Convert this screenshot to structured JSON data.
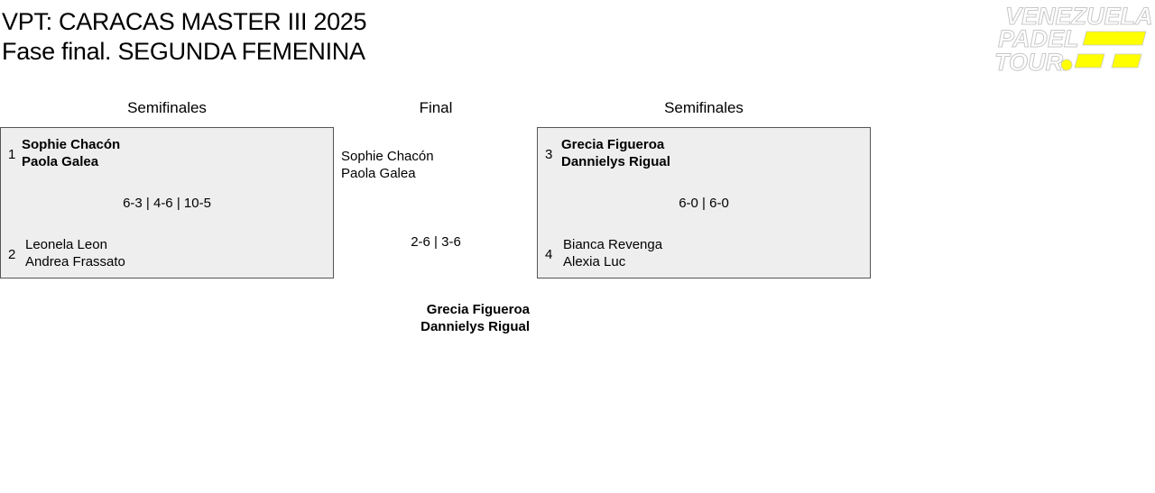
{
  "header": {
    "title": "VPT: CARACAS MASTER III 2025",
    "subtitle": "Fase final. SEGUNDA FEMENINA"
  },
  "logo": {
    "lines": [
      "VENEZUELA",
      "PADEL",
      "TOUR."
    ],
    "accent_color": "#ffff00"
  },
  "columns": {
    "left": "Semifinales",
    "center": "Final",
    "right": "Semifinales"
  },
  "semifinal_left": {
    "top": {
      "seed": "1",
      "player1": "Sophie Chacón",
      "player2": "Paola Galea"
    },
    "score": "6-3 | 4-6 | 10-5",
    "bottom": {
      "seed": "2",
      "player1": "Leonela Leon",
      "player2": "Andrea Frassato"
    }
  },
  "semifinal_right": {
    "top": {
      "seed": "3",
      "player1": "Grecia Figueroa",
      "player2": "Dannielys Rigual"
    },
    "score": "6-0 | 6-0",
    "bottom": {
      "seed": "4",
      "player1": "Bianca Revenga",
      "player2": "Alexia Luc"
    }
  },
  "final": {
    "finalist": {
      "player1": "Sophie Chacón",
      "player2": "Paola Galea"
    },
    "score": "2-6 | 3-6",
    "champion": {
      "player1": "Grecia Figueroa",
      "player2": "Dannielys Rigual"
    }
  }
}
